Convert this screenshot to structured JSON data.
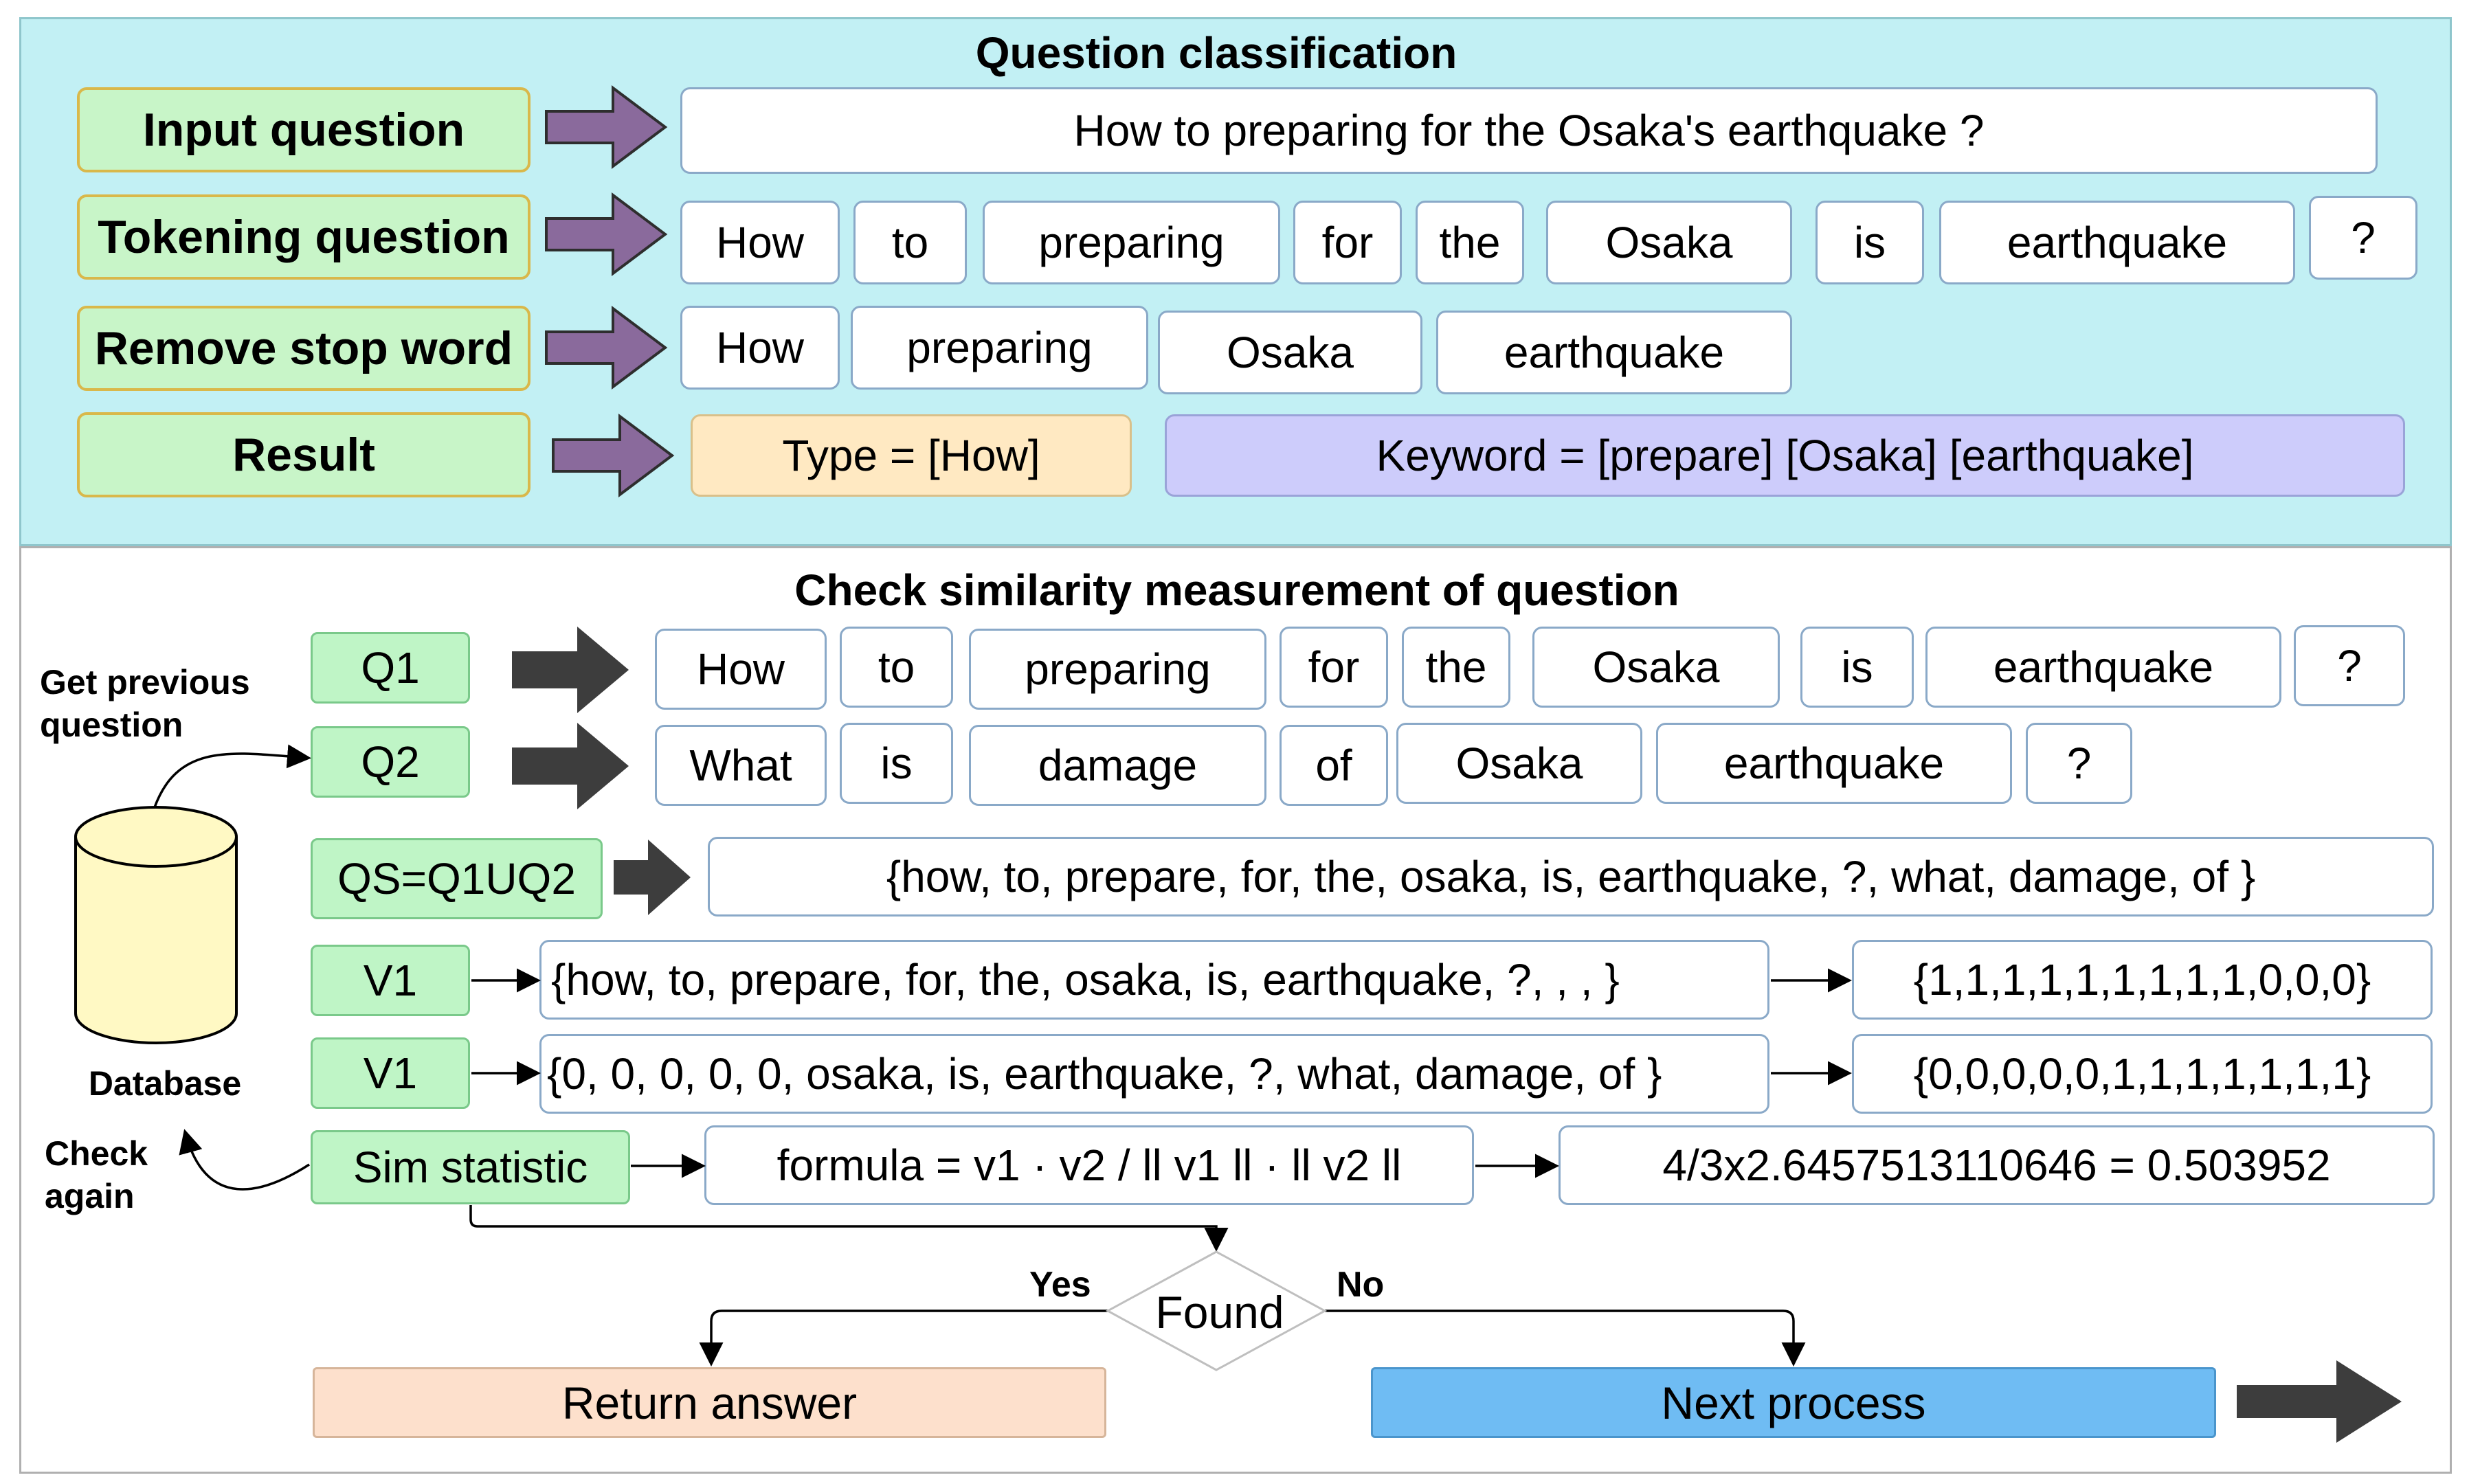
{
  "top_panel": {
    "title": "Question classification",
    "rows": [
      {
        "label": "Input question",
        "tokens": [
          "How to preparing for the Osaka's earthquake ?"
        ]
      },
      {
        "label": "Tokening question",
        "tokens": [
          "How",
          "to",
          "preparing",
          "for",
          "the",
          "Osaka",
          "is",
          "earthquake",
          "?"
        ]
      },
      {
        "label": "Remove stop word",
        "tokens": [
          "How",
          "preparing",
          "Osaka",
          "earthquake"
        ]
      },
      {
        "label": "Result",
        "type_text": "Type = [How]",
        "keyword_text": "Keyword = [prepare] [Osaka] [earthquake]"
      }
    ]
  },
  "bottom_panel": {
    "title": "Check similarity measurement of question",
    "get_previous": "Get previous\nquestion",
    "database_label": "Database",
    "check_again": "Check\nagain",
    "q1": {
      "label": "Q1",
      "tokens": [
        "How",
        "to",
        "preparing",
        "for",
        "the",
        "Osaka",
        "is",
        "earthquake",
        "?"
      ]
    },
    "q2": {
      "label": "Q2",
      "tokens": [
        "What",
        "is",
        "damage",
        "of",
        "Osaka",
        "earthquake",
        "?"
      ]
    },
    "qs": {
      "label": "QS=Q1UQ2",
      "text": "{how, to, prepare, for, the, osaka, is, earthquake, ?, what, damage, of }"
    },
    "v1a": {
      "label": "V1",
      "words": "{how, to, prepare, for, the, osaka, is, earthquake, ?,  ,  ,  }",
      "vector": "{1,1,1,1,1,1,1,1,1,0,0,0}"
    },
    "v1b": {
      "label": "V1",
      "words": "{0, 0, 0, 0, 0, osaka, is, earthquake, ?, what, damage, of }",
      "vector": "{0,0,0,0,0,1,1,1,1,1,1,1}"
    },
    "sim": {
      "label": "Sim statistic",
      "formula": "formula = v1 · v2 / ll v1 ll · ll v2 ll",
      "result": "4/3x2.6457513110646 = 0.503952"
    },
    "decision": {
      "text": "Found",
      "yes": "Yes",
      "no": "No"
    },
    "return_answer": "Return answer",
    "next_process": "Next process"
  },
  "colors": {
    "top_bg": "#c2f0f4",
    "label_green": "#c8f5c8",
    "arrow_purple": "#8a6a9c",
    "arrow_dark": "#3d3d3d",
    "type_box": "#ffe9c2",
    "keyword_box": "#cdccfb",
    "return_box": "#fde0cc",
    "next_box": "#6fbcf3",
    "database": "#fff9c4"
  }
}
